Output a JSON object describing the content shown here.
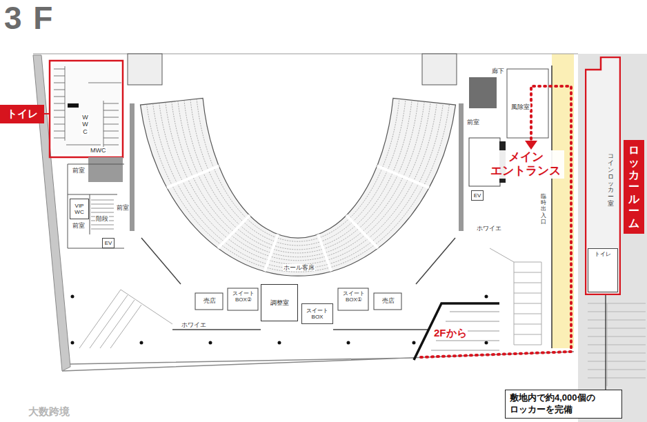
{
  "diagram": {
    "title": "3 F",
    "nodes": [
      {
        "text": [
          "トイレ"
        ]
      },
      {
        "text": [
          "VIP WC"
        ]
      },
      {
        "text": [
          "EV"
        ]
      },
      {
        "text": [
          "調整室"
        ]
      },
      {
        "text": [
          "スイートBOX"
        ]
      },
      {
        "text": [
          "EV"
        ]
      },
      {
        "text": [
          "ロッカールーム"
        ]
      },
      {
        "text": [
          "コインロッカー室"
        ]
      },
      {
        "text": [
          "トイレ"
        ],
        "in": 7
      },
      {
        "text": [
          "敷地内で約4,000個の ロッカーを完備"
        ]
      }
    ],
    "edges": [
      {
        "from": 9,
        "to": 7,
        "arrow": "none"
      }
    ],
    "labels": [
      "WWC",
      "MWC",
      "前室",
      "前室",
      "前室",
      "階段",
      "ホワイエ",
      "ホール客席",
      "売店",
      "スイートBOX②",
      "スイートBOX①",
      "売店",
      "ホワイエ",
      "臨時出入口",
      "風除室",
      "廊下",
      "前室",
      "メイン エントランス",
      "2Fから",
      "大数跨境"
    ]
  }
}
